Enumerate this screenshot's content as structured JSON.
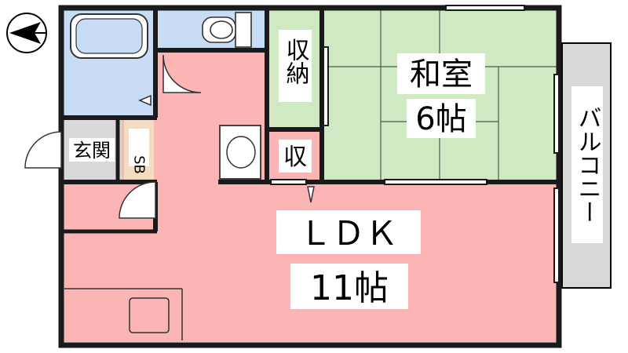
{
  "floorplan": {
    "rooms": {
      "washitsu": {
        "name": "和室",
        "size": "6帖"
      },
      "ldk": {
        "name": "ＬＤＫ",
        "size": "11帖"
      },
      "closet_large": {
        "label": "収納"
      },
      "closet_small": {
        "label": "収"
      },
      "entrance": {
        "label": "玄関"
      },
      "shoe_box": {
        "label": "SB"
      },
      "balcony": {
        "label": "バルコニー"
      }
    },
    "colors": {
      "ldk": "#fbb5b5",
      "washitsu": "#cfeac3",
      "bath": "#c8dcf5",
      "storage": "#d9d9d9",
      "shoe_box": "#f3dcc0",
      "wall": "#1a1a1a",
      "balcony": "#d9d9d9"
    },
    "icons": [
      "compass-arrow-icon",
      "bathtub-icon",
      "toilet-icon",
      "washbasin-icon",
      "fridge-space-icon"
    ]
  }
}
